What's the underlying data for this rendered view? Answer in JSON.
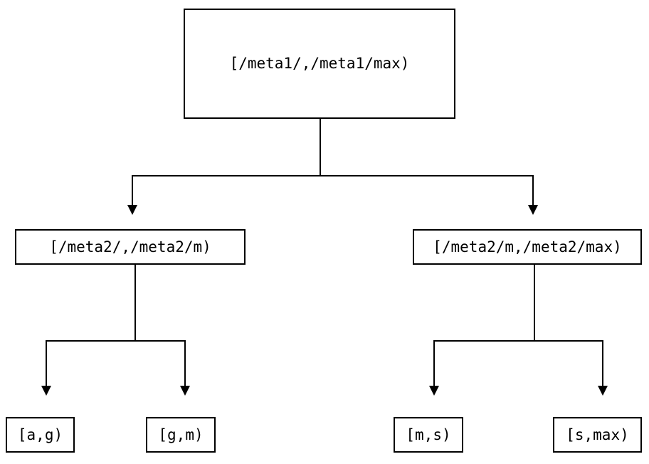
{
  "diagram": {
    "type": "binary-tree",
    "title": "",
    "background_color": "#ffffff",
    "line_color": "#000000",
    "text_color": "#000000",
    "nodes": {
      "root": {
        "label": "[/meta1/,/meta1/max)",
        "level": 0
      },
      "level2_left": {
        "label": "[/meta2/,/meta2/m)",
        "level": 1
      },
      "level2_right": {
        "label": "[/meta2/m,/meta2/max)",
        "level": 1
      },
      "leaf_1": {
        "label": "[a,g)",
        "level": 2
      },
      "leaf_2": {
        "label": "[g,m)",
        "level": 2
      },
      "leaf_3": {
        "label": "[m,s)",
        "level": 2
      },
      "leaf_4": {
        "label": "[s,max)",
        "level": 2
      }
    },
    "edges": [
      {
        "from": "root",
        "to": "level2_left",
        "arrow": "down-triangle"
      },
      {
        "from": "root",
        "to": "level2_right",
        "arrow": "down-triangle"
      },
      {
        "from": "level2_left",
        "to": "leaf_1",
        "arrow": "down-triangle"
      },
      {
        "from": "level2_left",
        "to": "leaf_2",
        "arrow": "down-triangle"
      },
      {
        "from": "level2_right",
        "to": "leaf_3",
        "arrow": "down-triangle"
      },
      {
        "from": "level2_right",
        "to": "leaf_4",
        "arrow": "down-triangle"
      }
    ]
  }
}
